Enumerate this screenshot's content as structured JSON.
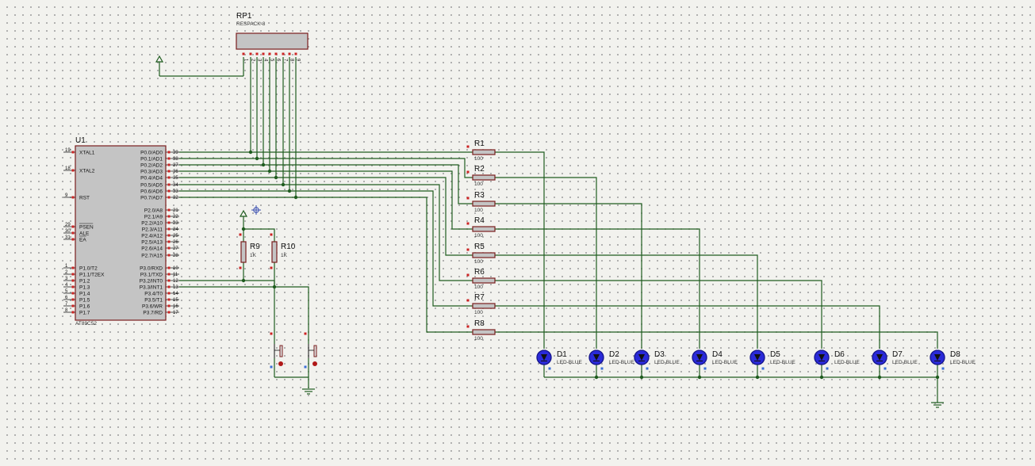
{
  "rp1": {
    "ref": "RP1",
    "value": "RESPACK-8",
    "pins": [
      "1",
      "2",
      "3",
      "4",
      "5",
      "6",
      "7",
      "8",
      "9"
    ]
  },
  "u1": {
    "ref": "U1",
    "part": "AT89C52",
    "left_pins": [
      {
        "num": "19",
        "name": "XTAL1"
      },
      {
        "num": "18",
        "name": "XTAL2"
      },
      {
        "num": "9",
        "name": "RST"
      },
      {
        "num": "29",
        "name": "PSEN"
      },
      {
        "num": "30",
        "name": "ALE"
      },
      {
        "num": "31",
        "name": "EA"
      },
      {
        "num": "1",
        "name": "P1.0/T2"
      },
      {
        "num": "2",
        "name": "P1.1/T2EX"
      },
      {
        "num": "3",
        "name": "P1.2"
      },
      {
        "num": "4",
        "name": "P1.3"
      },
      {
        "num": "5",
        "name": "P1.4"
      },
      {
        "num": "6",
        "name": "P1.5"
      },
      {
        "num": "7",
        "name": "P1.6"
      },
      {
        "num": "8",
        "name": "P1.7"
      }
    ],
    "right_pins": [
      {
        "num": "39",
        "name": "P0.0/AD0"
      },
      {
        "num": "38",
        "name": "P0.1/AD1"
      },
      {
        "num": "37",
        "name": "P0.2/AD2"
      },
      {
        "num": "36",
        "name": "P0.3/AD3"
      },
      {
        "num": "35",
        "name": "P0.4/AD4"
      },
      {
        "num": "34",
        "name": "P0.5/AD5"
      },
      {
        "num": "33",
        "name": "P0.6/AD6"
      },
      {
        "num": "32",
        "name": "P0.7/AD7"
      },
      {
        "num": "21",
        "name": "P2.0/A8"
      },
      {
        "num": "22",
        "name": "P2.1/A9"
      },
      {
        "num": "23",
        "name": "P2.2/A10"
      },
      {
        "num": "24",
        "name": "P2.3/A11"
      },
      {
        "num": "25",
        "name": "P2.4/A12"
      },
      {
        "num": "26",
        "name": "P2.5/A13"
      },
      {
        "num": "27",
        "name": "P2.6/A14"
      },
      {
        "num": "28",
        "name": "P2.7/A15"
      },
      {
        "num": "10",
        "name": "P3.0/RXD"
      },
      {
        "num": "11",
        "name": "P3.1/TXD"
      },
      {
        "num": "12",
        "name": "P3.2/INT0"
      },
      {
        "num": "13",
        "name": "P3.3/INT1"
      },
      {
        "num": "14",
        "name": "P3.4/T0"
      },
      {
        "num": "15",
        "name": "P3.5/T1"
      },
      {
        "num": "16",
        "name": "P3.6/WR"
      },
      {
        "num": "17",
        "name": "P3.7/RD"
      }
    ]
  },
  "resistors": [
    {
      "ref": "R1",
      "value": "100"
    },
    {
      "ref": "R2",
      "value": "100"
    },
    {
      "ref": "R3",
      "value": "100"
    },
    {
      "ref": "R4",
      "value": "100"
    },
    {
      "ref": "R5",
      "value": "100"
    },
    {
      "ref": "R6",
      "value": "100"
    },
    {
      "ref": "R7",
      "value": "100"
    },
    {
      "ref": "R8",
      "value": "100"
    }
  ],
  "pullups": [
    {
      "ref": "R9",
      "value": "1K"
    },
    {
      "ref": "R10",
      "value": "1K"
    }
  ],
  "leds": [
    {
      "ref": "D1",
      "value": "LED-BLUE"
    },
    {
      "ref": "D2",
      "value": "LED-BLUE"
    },
    {
      "ref": "D3",
      "value": "LED-BLUE"
    },
    {
      "ref": "D4",
      "value": "LED-BLUE"
    },
    {
      "ref": "D5",
      "value": "LED-BLUE"
    },
    {
      "ref": "D6",
      "value": "LED-BLUE"
    },
    {
      "ref": "D7",
      "value": "LED-BLUE"
    },
    {
      "ref": "D8",
      "value": "LED-BLUE"
    }
  ],
  "colors": {
    "wire": "#1f5c1f",
    "body_fill": "#c4c4c4",
    "body_stroke": "#7a1e1e",
    "pin_marker": "#cc2222",
    "led_fill": "#2a2ad8",
    "background": "#f2f2ee"
  }
}
